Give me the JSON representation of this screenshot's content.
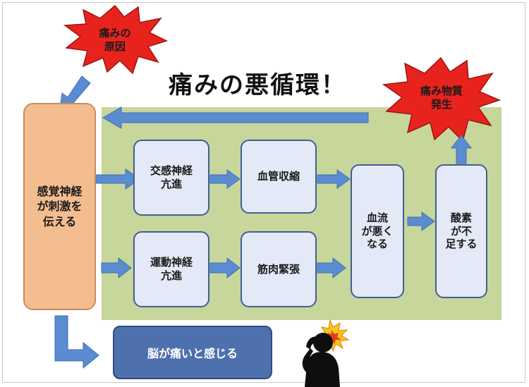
{
  "title": "痛みの悪循環！",
  "bursts": {
    "cause": "痛みの\n原因",
    "substance": "痛み物質\n発生"
  },
  "left_box": "感覚神経\nが刺激を\n伝える",
  "boxes": {
    "sympathetic": "交感神経\n亢進",
    "vasoconstriction": "血管収縮",
    "motor": "運動神経\n亢進",
    "muscle": "筋肉緊張",
    "bloodflow": "血流\nが悪く\nなる",
    "oxygen": "酸素\nが不\n足する"
  },
  "brain_box": "脳が痛いと感じる",
  "colors": {
    "arrow": "#5b8bd1",
    "burst": "#e8231d",
    "green_panel": "#c7d69a",
    "orange_box": "#f3bd8f",
    "box_fill": "#e3e9f6",
    "box_border": "#3f5f97",
    "brain_box": "#4e71ae"
  }
}
